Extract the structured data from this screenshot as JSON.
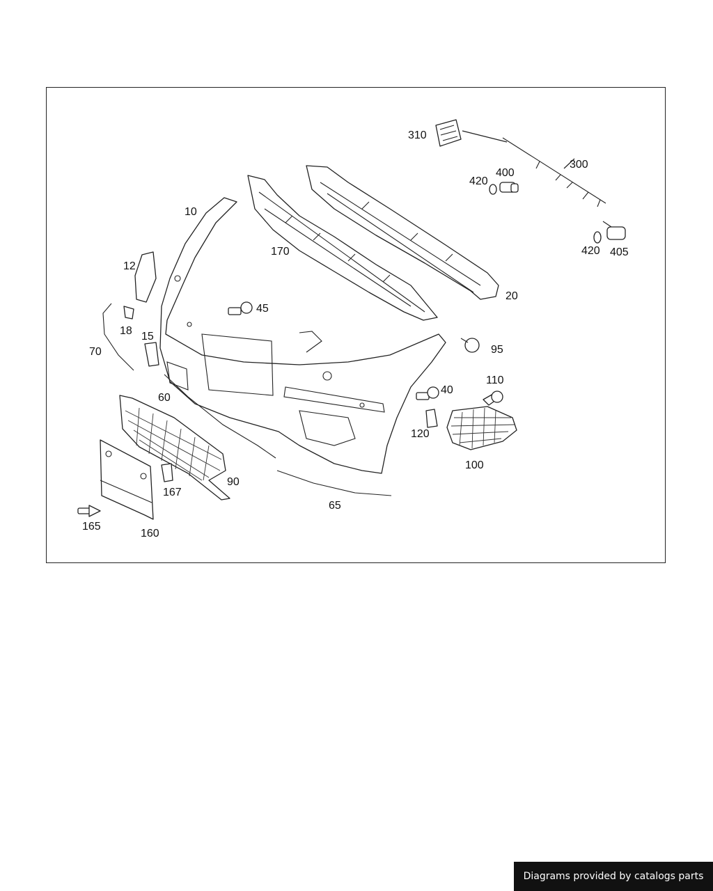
{
  "diagram": {
    "callouts": [
      "310",
      "300",
      "400",
      "420",
      "420",
      "405",
      "10",
      "170",
      "20",
      "12",
      "45",
      "18",
      "15",
      "70",
      "95",
      "40",
      "110",
      "60",
      "120",
      "100",
      "90",
      "167",
      "65",
      "165",
      "160"
    ]
  },
  "footer": {
    "credit": "Diagrams provided by catalogs parts",
    "background": "#111111",
    "text_color": "#ffffff"
  }
}
